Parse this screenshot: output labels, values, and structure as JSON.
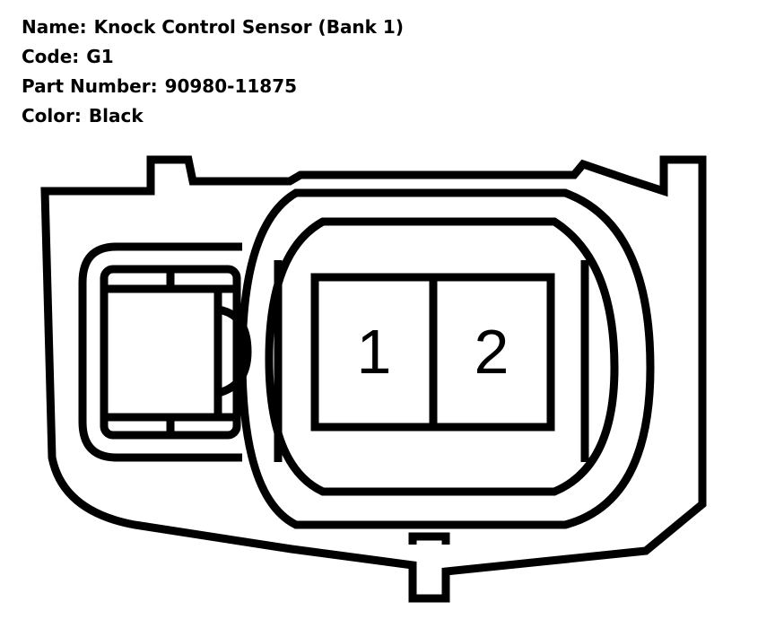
{
  "info": {
    "name_label": "Name:",
    "name_value": "Knock Control Sensor (Bank 1)",
    "code_label": "Code:",
    "code_value": "G1",
    "part_label": "Part Number:",
    "part_value": "90980-11875",
    "color_label": "Color:",
    "color_value": "Black"
  },
  "connector": {
    "pins": [
      {
        "number": "1"
      },
      {
        "number": "2"
      }
    ]
  }
}
